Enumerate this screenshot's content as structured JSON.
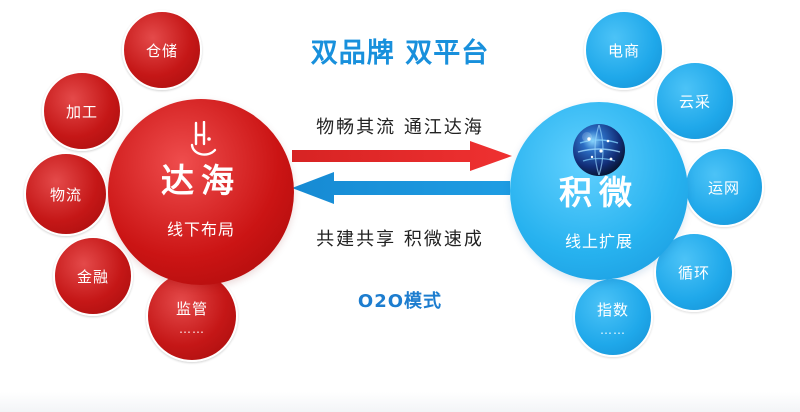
{
  "headline": "双品牌  双平台",
  "top_phrase": "物畅其流   通江达海",
  "bottom_phrase": "共建共享   积微速成",
  "mode_text": "O2O模式",
  "left": {
    "name": "达海",
    "subtitle": "线下布局",
    "satellites": [
      "仓储",
      "加工",
      "物流",
      "金融",
      "监管"
    ],
    "ellipsis": "……",
    "color": "#c81515"
  },
  "right": {
    "name": "积微",
    "subtitle": "线上扩展",
    "satellites": [
      "电商",
      "云采",
      "运网",
      "循环",
      "指数"
    ],
    "ellipsis": "……",
    "color": "#22aef0"
  }
}
